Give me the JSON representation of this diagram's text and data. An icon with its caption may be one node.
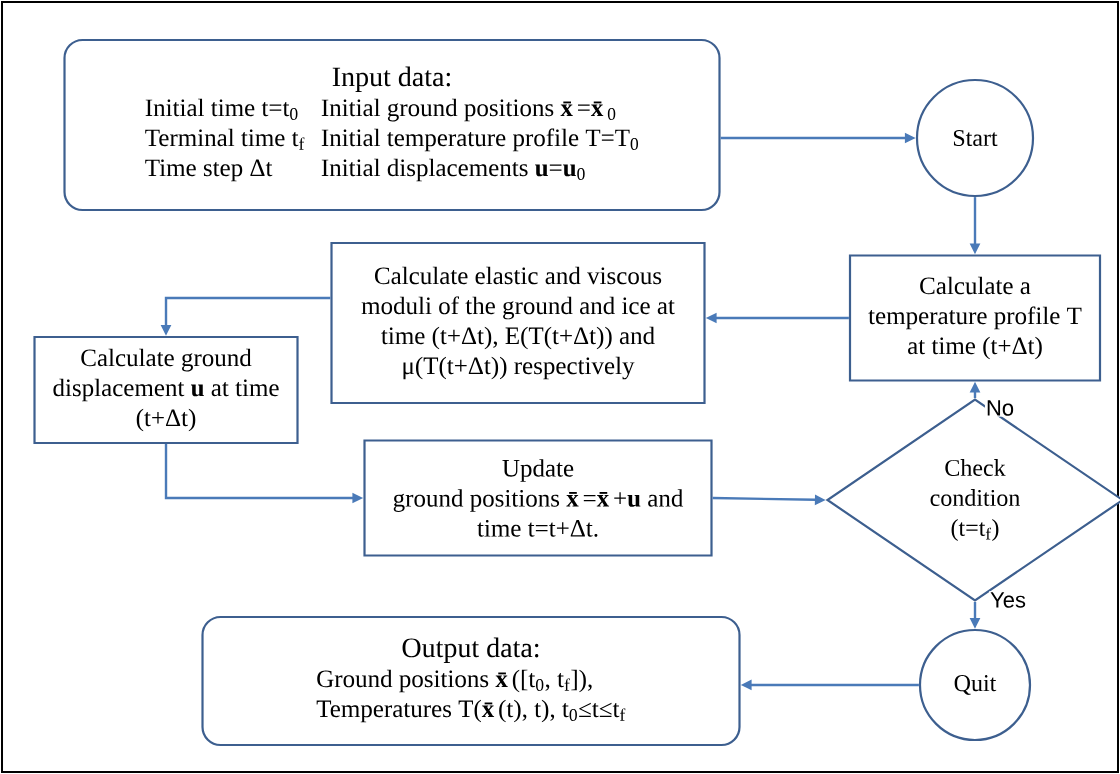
{
  "diagram": {
    "nodes": [
      {
        "text": [
          "Input data:",
          "Initial time t=t$_{0}$",
          "Initial ground positions **x̄**=**x̄**$_{0}$",
          "Terminal time t$_{f}$",
          "Initial temperature profile T=T$_{0}$",
          "Time step Δt",
          "Initial displacements **u**=**u**$_{0}$"
        ]
      },
      {
        "text": [
          "Start"
        ]
      },
      {
        "text": [
          "Calculate a temperature profile T at time (t+Δt)"
        ]
      },
      {
        "text": [
          "Calculate elastic and viscous moduli of the ground and ice at time (t+Δt), E(T(t+Δt)) and μ(T(t+Δt)) respectively"
        ]
      },
      {
        "text": [
          "Calculate ground displacement **u** at time (t+Δt)"
        ]
      },
      {
        "text": [
          "Update",
          "ground positions **x̄**=**x̄**+**u** and time t=t+Δt."
        ]
      },
      {
        "text": [
          "Check condition (t=t$_{f}$)"
        ]
      },
      {
        "text": [
          "Quit"
        ]
      },
      {
        "text": [
          "Output data:",
          "Ground positions **x̄**([t$_{0}$, t$_{f}$]),",
          "Temperatures T(**x̄**(t), t),  t$_{0}$≤t≤t$_{f}$"
        ]
      }
    ],
    "edges": [
      {
        "from": 0,
        "to": 1,
        "arrow": "to"
      },
      {
        "from": 1,
        "to": 2,
        "arrow": "to"
      },
      {
        "from": 2,
        "to": 3,
        "arrow": "to"
      },
      {
        "from": 3,
        "to": 4,
        "arrow": "to"
      },
      {
        "from": 4,
        "to": 5,
        "arrow": "to"
      },
      {
        "from": 5,
        "to": 6,
        "arrow": "to"
      },
      {
        "from": 6,
        "to": 2,
        "arrow": "to",
        "label": "No"
      },
      {
        "from": 6,
        "to": 7,
        "arrow": "to",
        "label": "Yes"
      },
      {
        "from": 7,
        "to": 8,
        "arrow": "to"
      }
    ]
  }
}
